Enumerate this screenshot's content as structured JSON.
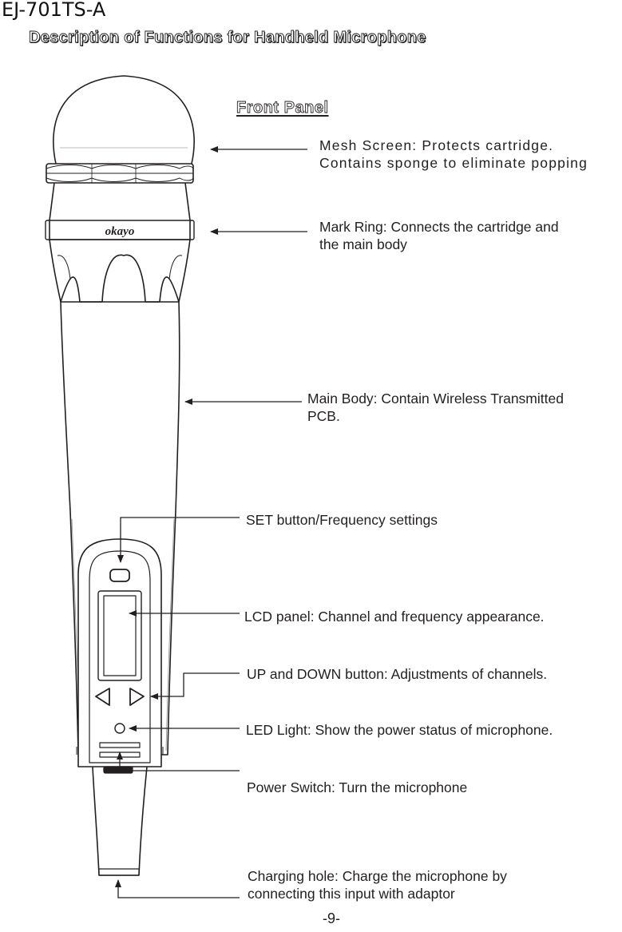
{
  "header": {
    "model_code": "EJ-701TS-A",
    "title": "Description of Functions for Handheld Microphone"
  },
  "diagram": {
    "panel_title": "Front Panel",
    "brand_logo_text": "okayo",
    "callouts": {
      "mesh_screen": {
        "line1": "Mesh Screen: Protects cartridge.",
        "line2": "Contains sponge to eliminate popping"
      },
      "mark_ring": {
        "line1": "Mark Ring: Connects the cartridge and",
        "line2": "the main body"
      },
      "main_body": {
        "line1": "Main Body: Contain Wireless Transmitted",
        "line2": "PCB."
      },
      "set_button": {
        "line1": "SET button/Frequency settings"
      },
      "lcd_panel": {
        "line1": "LCD panel: Channel and frequency appearance."
      },
      "up_down": {
        "line1": "UP and DOWN button: Adjustments of channels."
      },
      "led_light": {
        "line1": "LED Light: Show the power status of microphone."
      },
      "power_switch": {
        "line1": "Power Switch: Turn the microphone"
      },
      "charging_hole": {
        "line1": "Charging hole: Charge the microphone by",
        "line2": "connecting this input with adaptor"
      }
    }
  },
  "footer": {
    "page_number": "-9-"
  }
}
